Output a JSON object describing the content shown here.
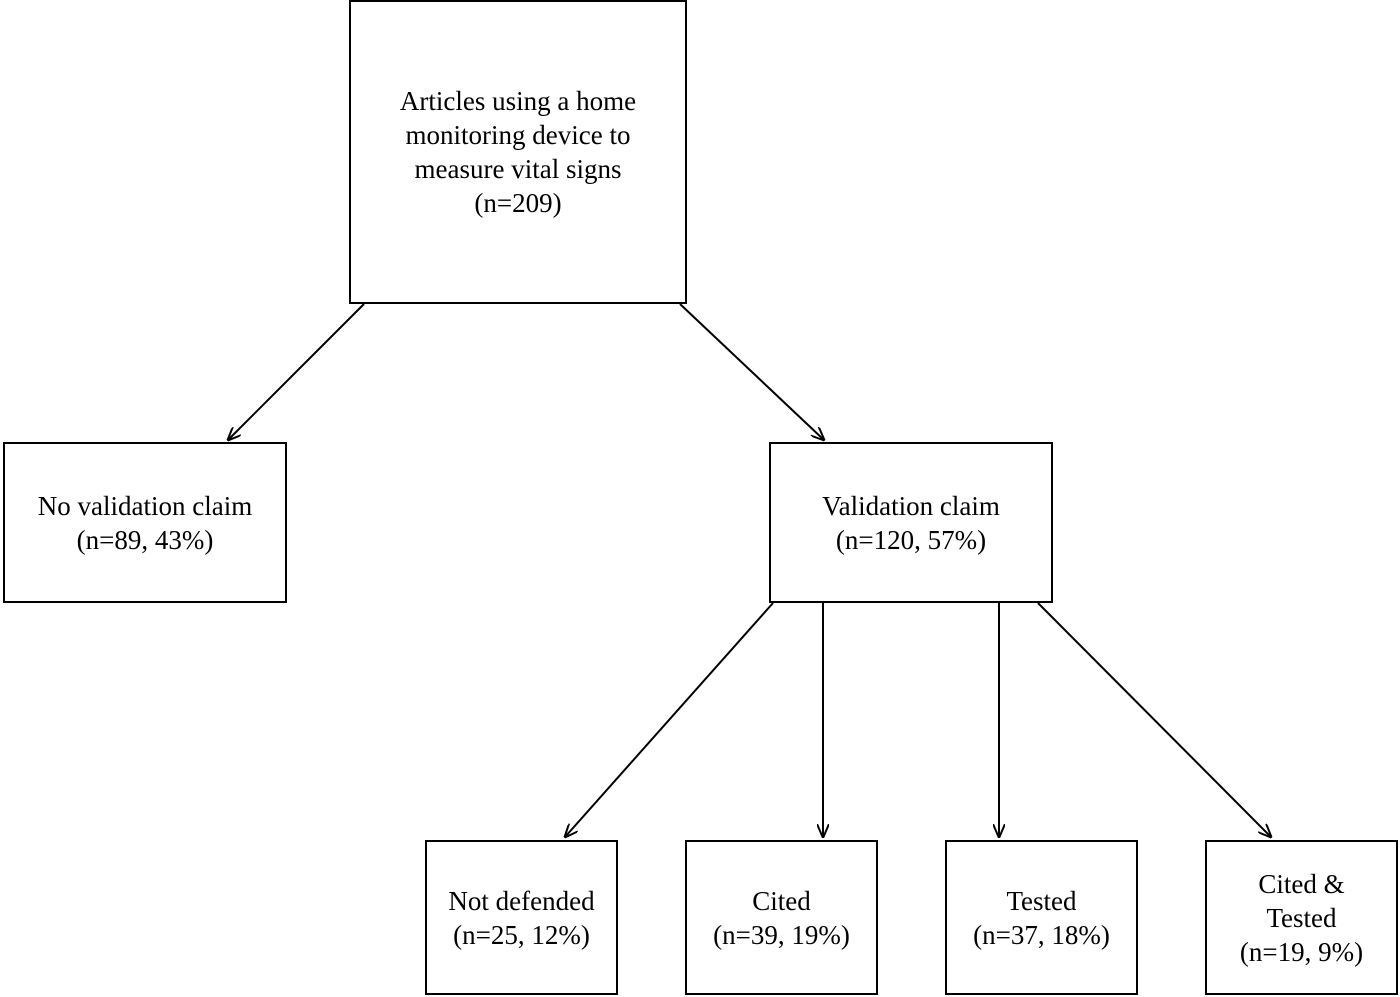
{
  "flowchart": {
    "root": {
      "lines": [
        "Articles using a home",
        "monitoring device to",
        "measure vital signs",
        "(n=209)"
      ]
    },
    "no_validation": {
      "lines": [
        "No validation claim",
        "(n=89, 43%)"
      ]
    },
    "validation": {
      "lines": [
        "Validation claim",
        "(n=120, 57%)"
      ]
    },
    "not_defended": {
      "lines": [
        "Not defended",
        "(n=25, 12%)"
      ]
    },
    "cited": {
      "lines": [
        "Cited",
        "(n=39, 19%)"
      ]
    },
    "tested": {
      "lines": [
        "Tested",
        "(n=37, 18%)"
      ]
    },
    "cited_tested": {
      "lines": [
        "Cited &",
        "Tested",
        "(n=19, 9%)"
      ]
    }
  },
  "colors": {
    "stroke": "#000000",
    "background": "#ffffff"
  }
}
